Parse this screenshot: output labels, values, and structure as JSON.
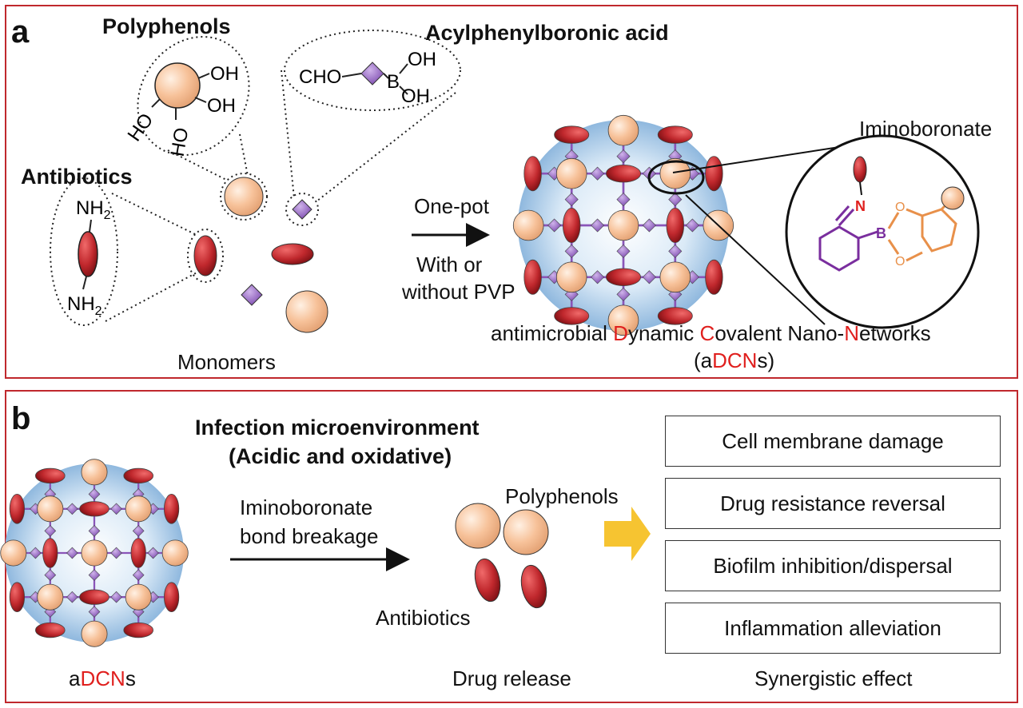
{
  "panel_a": {
    "letter": "a",
    "polyphenols_label": "Polyphenols",
    "boronic_label": "Acylphenylboronic acid",
    "antibiotics_label": "Antibiotics",
    "monomers_label": "Monomers",
    "iminoboronate_label": "Iminoboronate",
    "arrow_top": "One-pot",
    "arrow_bottom_1": "With or",
    "arrow_bottom_2": "without PVP",
    "network_name": {
      "p1": "antimicrobial ",
      "d": "D",
      "p2": "ynamic ",
      "c": "C",
      "p3": "ovalent Nano-",
      "n": "N",
      "p4": "etworks"
    },
    "acronym": {
      "open": "(a",
      "dcn": "DCN",
      "close": "s)"
    },
    "chem": {
      "oh": "OH",
      "ho": "HO",
      "cho": "CHO",
      "b": "B",
      "nh2": "NH",
      "sub2": "2",
      "n": "N",
      "o": "O"
    }
  },
  "panel_b": {
    "letter": "b",
    "heading_1": "Infection microenvironment",
    "heading_2": "(Acidic and oxidative)",
    "arrow_top_1": "Iminoboronate",
    "arrow_top_2": "bond breakage",
    "polyphenols_label": "Polyphenols",
    "antibiotics_label": "Antibiotics",
    "adcns": {
      "a": "a",
      "dcn": "DCN",
      "s": "s"
    },
    "drug_release": "Drug release",
    "synergistic": "Synergistic effect",
    "effects": [
      "Cell membrane damage",
      "Drug resistance reversal",
      "Biofilm inhibition/dispersal",
      "Inflammation alleviation"
    ]
  },
  "colors": {
    "frame": "#c0282d",
    "accent_red": "#e0201e",
    "sphere": "#f7c29a",
    "antibiotic": "#c0282d",
    "boronic": "#8a55b8",
    "arrow_yellow": "#f6c431",
    "purple_ring": "#7a2e9e",
    "orange_ring": "#e8904a"
  }
}
